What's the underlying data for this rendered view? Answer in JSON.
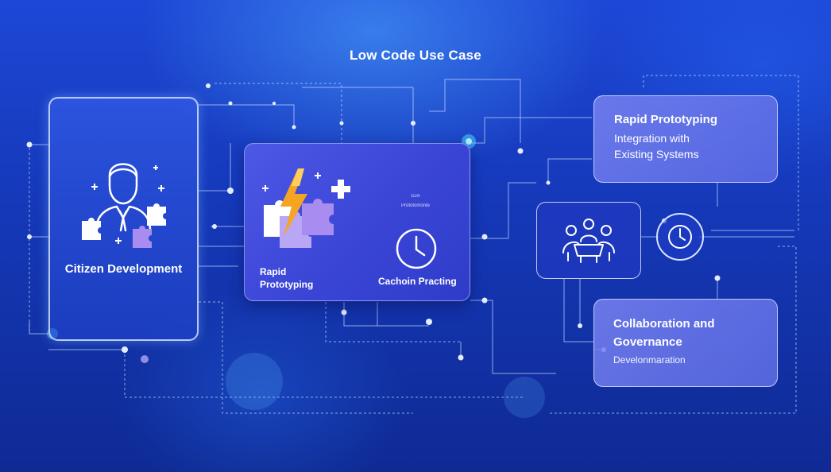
{
  "diagram": {
    "title": "Low Code Use Case",
    "citizen": {
      "label": "Citizen Development"
    },
    "rapid_card": {
      "label": "Rapid Prototyping",
      "catch_label": "Cachoin Practing",
      "small_top": "DJA",
      "small_mid": "Prototomonte"
    },
    "prototyping_card": {
      "title": "Rapid Prototyping",
      "line1": "Integration with",
      "line2": "Existing Systems"
    },
    "collab_card": {
      "line1": "Collaboration and",
      "line2": "Governance",
      "line3": "Develonmaration"
    }
  },
  "colors": {
    "background": "#1538b8",
    "accent_orange": "#f6a523",
    "accent_purple": "#a98cf0",
    "wire": "#bcd2ff",
    "glow_cyan": "#4fd6ff"
  },
  "icons": [
    "person-icon",
    "puzzle-icon",
    "lightning-icon",
    "clock-icon",
    "team-meeting-icon",
    "clock-circle-icon",
    "plus-icon"
  ]
}
